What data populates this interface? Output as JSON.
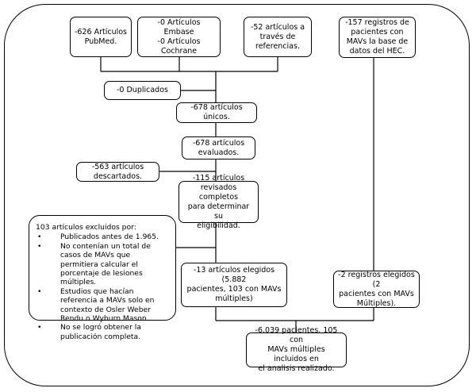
{
  "flowchart": {
    "sources": {
      "pubmed": "-626 Artículos\nPubMed.",
      "embase_cochrane": "-0 Artículos\nEmbase\n-0 Artículos\nCochrane",
      "references": "-52 artículos a\ntravés de\nreferencias.",
      "hec_registry": "-157 registros de\npacientes con\nMAVs la base de\ndatos del HEC."
    },
    "duplicates": "-0 Duplicados",
    "unique": "-678 artículos únicos.",
    "evaluated": "-678 artículos\nevaluados.",
    "discarded": "-563 artículos\ndescartados.",
    "full_review": "-115 artículos\nrevisados completos\npara determinar su\neligibilidad.",
    "excluded": {
      "title": "103 artículos excluidos por:",
      "reasons": [
        "Publicados antes de 1.965.",
        "No contenían un total de casos de MAVs que permitiera calcular el porcentaje de lesiones múltiples.",
        "Estudios que hacían referencia a MAVs solo en contexto de Osler Weber Rendu o Wyburn Mason.",
        "No se logró obtener la publicación completa."
      ]
    },
    "articles_selected": "-13 artículos elegidos (5.882\npacientes, 103 con MAVs\nmúltiples)",
    "registries_selected": "-2 registros elegidos (2\npacientes con MAVs\nMúltiples).",
    "final": "-6.039 pacientes, 105 con\nMAVs múltiples incluidos en\nel analisis realizado."
  }
}
